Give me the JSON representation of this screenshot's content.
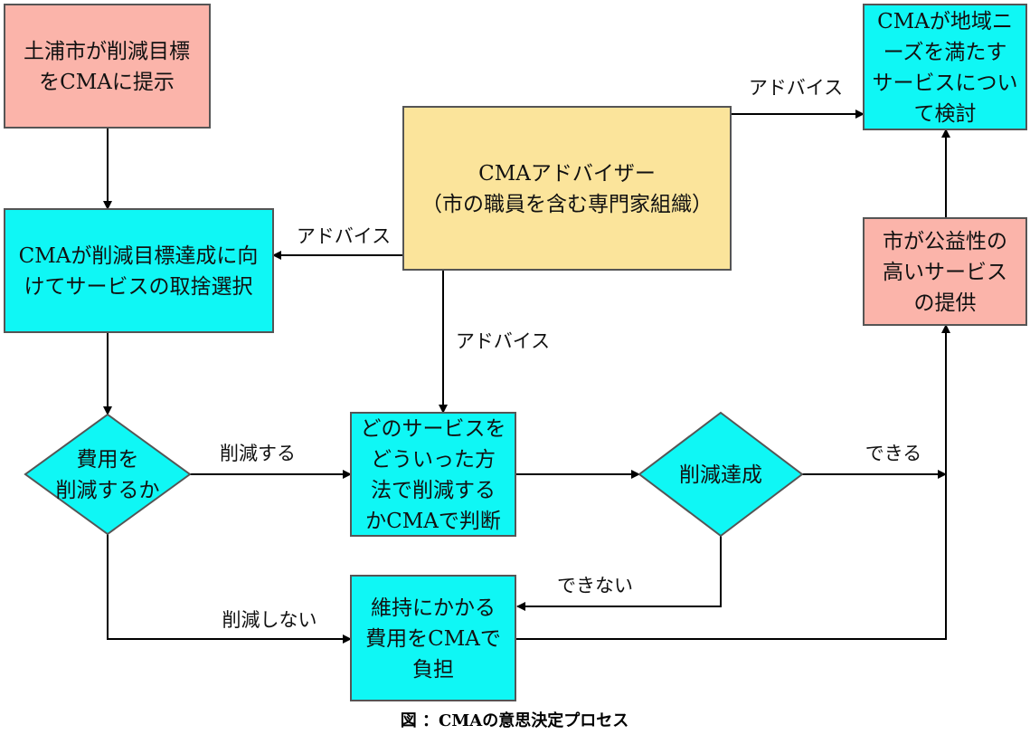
{
  "colors": {
    "pink": "#fbb4aa",
    "cyan": "#0ff7f5",
    "yellow": "#fbe49b"
  },
  "nodes": {
    "n1": {
      "lines": [
        "土浦市が削減目標",
        "をCMAに提示"
      ],
      "color": "pink"
    },
    "n2": {
      "lines": [
        "CMAが削減目標達成に向",
        "けてサービスの取捨選択"
      ],
      "color": "cyan"
    },
    "n3": {
      "lines": [
        "CMAアドバイザー",
        "（市の職員を含む専門家組織）"
      ],
      "color": "yellow"
    },
    "n4": {
      "lines": [
        "CMAが地域ニ",
        "ーズを満たす",
        "サービスについ",
        "て検討"
      ],
      "color": "cyan"
    },
    "n5": {
      "lines": [
        "市が公益性の",
        "高いサービス",
        "の提供"
      ],
      "color": "pink"
    },
    "d1": {
      "lines": [
        "費用を",
        "削減するか"
      ],
      "color": "cyan"
    },
    "n6": {
      "lines": [
        "どのサービスを",
        "どういった方",
        "法で削減する",
        "かCMAで判断"
      ],
      "color": "cyan"
    },
    "d2": {
      "lines": [
        "削減達成"
      ],
      "color": "cyan"
    },
    "n7": {
      "lines": [
        "維持にかかる",
        "費用をCMAで",
        "負担"
      ],
      "color": "cyan"
    }
  },
  "edge_labels": {
    "advice_top": "アドバイス",
    "advice_left": "アドバイス",
    "advice_down": "アドバイス",
    "reduce_yes": "削減する",
    "reduce_no": "削減しない",
    "achieved": "できる",
    "not_achieved": "できない"
  },
  "caption": "図 ：CMAの意思決定プロセス"
}
